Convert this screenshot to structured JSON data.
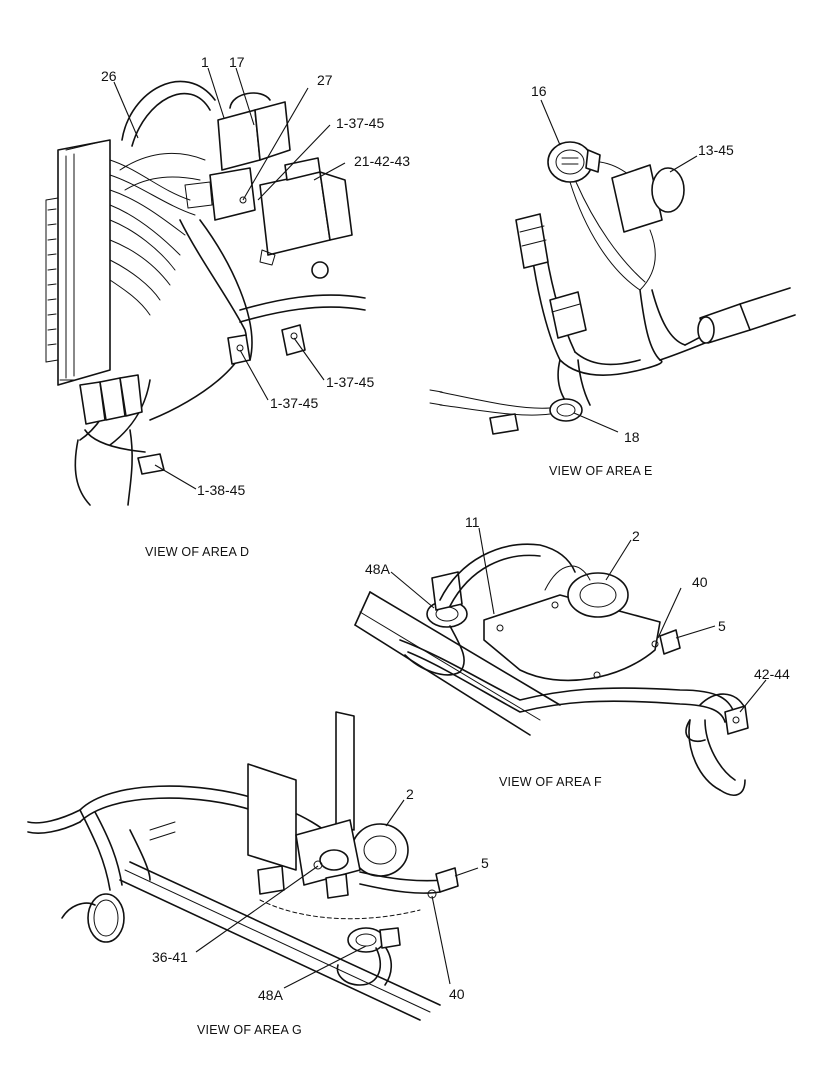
{
  "views": [
    {
      "id": "D",
      "caption": "VIEW OF AREA D",
      "callouts": [
        "26",
        "1",
        "17",
        "27",
        "1-37-45",
        "21-42-43",
        "1-37-45",
        "1-37-45",
        "1-38-45"
      ]
    },
    {
      "id": "E",
      "caption": "VIEW OF AREA E",
      "callouts": [
        "16",
        "13-45",
        "18"
      ]
    },
    {
      "id": "F",
      "caption": "VIEW OF AREA F",
      "callouts": [
        "11",
        "2",
        "48A",
        "40",
        "5",
        "42-44"
      ]
    },
    {
      "id": "G",
      "caption": "VIEW OF AREA G",
      "callouts": [
        "2",
        "5",
        "36-41",
        "48A",
        "40"
      ]
    }
  ]
}
